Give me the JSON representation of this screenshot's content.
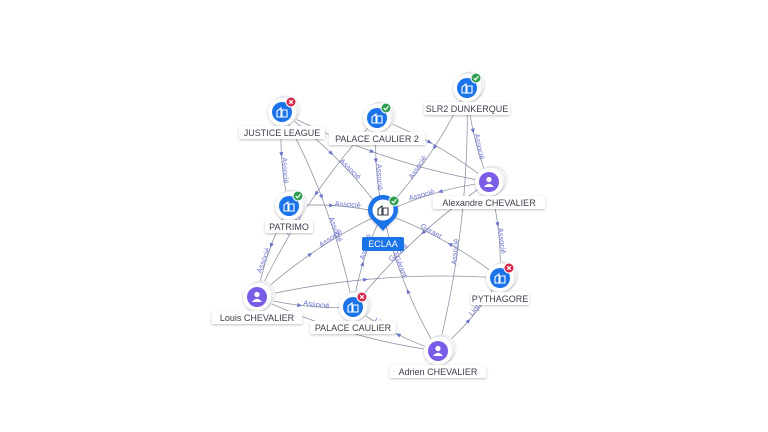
{
  "colors": {
    "company": "#1a73e8",
    "person": "#7b5ce6",
    "status_ok": "#2e9e4f",
    "status_bad": "#d6284a",
    "edge": "#6c7389",
    "edge_label": "#6b73c9",
    "focus": "#1a73e8"
  },
  "nodes": [
    {
      "id": "eclaa",
      "label": "ECLAA",
      "kind": "company",
      "focus": true,
      "status": "ok"
    },
    {
      "id": "justice",
      "label": "JUSTICE LEAGUE",
      "kind": "company",
      "status": "bad"
    },
    {
      "id": "pc2",
      "label": "PALACE CAULIER 2",
      "kind": "company",
      "status": "ok"
    },
    {
      "id": "slr2",
      "label": "SLR2 DUNKERQUE",
      "kind": "company",
      "status": "ok"
    },
    {
      "id": "alexandre",
      "label": "Alexandre CHEVALIER",
      "kind": "person"
    },
    {
      "id": "patrimo",
      "label": "PATRIMO",
      "kind": "company",
      "status": "ok"
    },
    {
      "id": "pythagore",
      "label": "PYTHAGORE",
      "kind": "company",
      "status": "bad"
    },
    {
      "id": "louis",
      "label": "Louis CHEVALIER",
      "kind": "person"
    },
    {
      "id": "pc",
      "label": "PALACE CAULIER",
      "kind": "company",
      "status": "bad"
    },
    {
      "id": "adrien",
      "label": "Adrien CHEVALIER",
      "kind": "person"
    }
  ],
  "edges": [
    {
      "from": "justice",
      "to": "patrimo",
      "label": "Associé"
    },
    {
      "from": "justice",
      "to": "eclaa",
      "label": "Associé"
    },
    {
      "from": "justice",
      "to": "alexandre",
      "label": ""
    },
    {
      "from": "justice",
      "to": "pc",
      "label": "Associé"
    },
    {
      "from": "pc2",
      "to": "eclaa",
      "label": "Associé"
    },
    {
      "from": "pc2",
      "to": "alexandre",
      "label": ""
    },
    {
      "from": "pc2",
      "to": "louis",
      "label": "Associé"
    },
    {
      "from": "slr2",
      "to": "eclaa",
      "label": "Associé"
    },
    {
      "from": "slr2",
      "to": "alexandre",
      "label": "Associé"
    },
    {
      "from": "slr2",
      "to": "adrien",
      "label": "Associé"
    },
    {
      "from": "alexandre",
      "to": "eclaa",
      "label": "Associé"
    },
    {
      "from": "alexandre",
      "to": "pythagore",
      "label": "Associé"
    },
    {
      "from": "alexandre",
      "to": "pc",
      "label": "Gérant"
    },
    {
      "from": "patrimo",
      "to": "eclaa",
      "label": "Associé"
    },
    {
      "from": "patrimo",
      "to": "louis",
      "label": "Associé"
    },
    {
      "from": "louis",
      "to": "eclaa",
      "label": "Associé"
    },
    {
      "from": "louis",
      "to": "pc",
      "label": "Associé"
    },
    {
      "from": "louis",
      "to": "pythagore",
      "label": ""
    },
    {
      "from": "louis",
      "to": "adrien",
      "label": ""
    },
    {
      "from": "adrien",
      "to": "eclaa",
      "label": "Gérant"
    },
    {
      "from": "adrien",
      "to": "pythagore",
      "label": "Liquid."
    },
    {
      "from": "adrien",
      "to": "pc",
      "label": "Liquid."
    },
    {
      "from": "pythagore",
      "to": "eclaa",
      "label": "Gérant"
    },
    {
      "from": "pc",
      "to": "eclaa",
      "label": "Associé"
    }
  ]
}
